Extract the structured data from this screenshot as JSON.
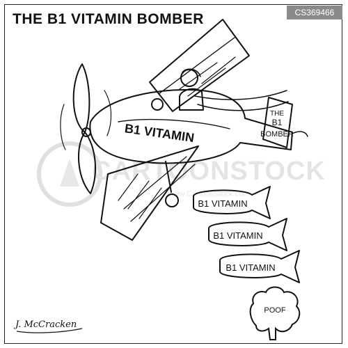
{
  "title": "THE B1 VITAMIN BOMBER",
  "stock_id": "CS369466",
  "plane": {
    "body_text": "B1 VITAMIN",
    "tail_sign": [
      "THE",
      "B1",
      "BOMBER"
    ]
  },
  "bombs": [
    "B1 VITAMIN",
    "B1 VITAMIN",
    "B1 VITAMIN"
  ],
  "explosion_text": "POOF",
  "signature": "J. McCracken",
  "watermark": {
    "brand": "CARTOONSTOCK",
    "url": "www.CartoonStock.com"
  },
  "colors": {
    "ink": "#111111",
    "stamp_bg": "#8a8a8a",
    "watermark": "#c8c8c8"
  }
}
